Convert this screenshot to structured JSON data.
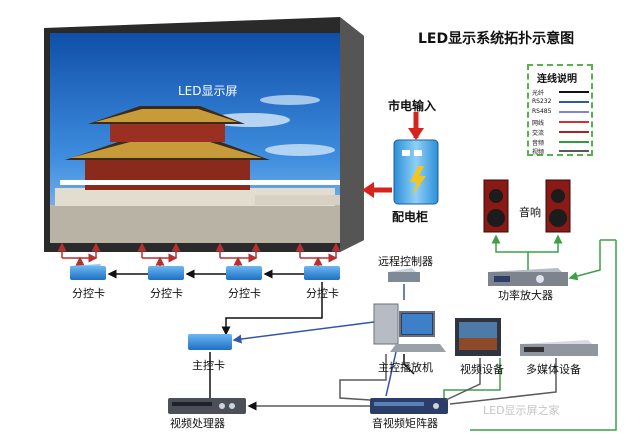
{
  "title": "LED显示系统拓扑示意图",
  "screen_label": "LED显示屏",
  "power_input_label": "市电输入",
  "power_cabinet_label": "配电柜",
  "remote_controller_label": "远程控制器",
  "speaker_label": "音响",
  "amplifier_label": "功率放大器",
  "sub_cards": [
    "分控卡",
    "分控卡",
    "分控卡",
    "分控卡"
  ],
  "main_card_label": "主控卡",
  "host_label": "主控播放机",
  "video_device_label": "视频设备",
  "multimedia_label": "多媒体设备",
  "video_processor_label": "视频处理器",
  "av_matrix_label": "音视频矩阵器",
  "watermark": "LED显示屏之家",
  "legend": {
    "title": "连线说明",
    "items": [
      {
        "label": "光纤",
        "color": "#111111"
      },
      {
        "label": "RS232",
        "color": "#3355aa"
      },
      {
        "label": "RS485",
        "color": "#7788cc"
      },
      {
        "label": "网线",
        "color": "#cc3333"
      },
      {
        "label": "交流",
        "color": "#aa2222"
      },
      {
        "label": "音频",
        "color": "#339944"
      },
      {
        "label": "视频",
        "color": "#5a5a5a"
      }
    ]
  },
  "colors": {
    "device_blue": "#2f83d6",
    "arrow_red": "#d8231d",
    "net_red": "#b53030",
    "audio_green": "#3ea04a",
    "fiber_black": "#111111",
    "rs232_blue": "#3355aa"
  }
}
